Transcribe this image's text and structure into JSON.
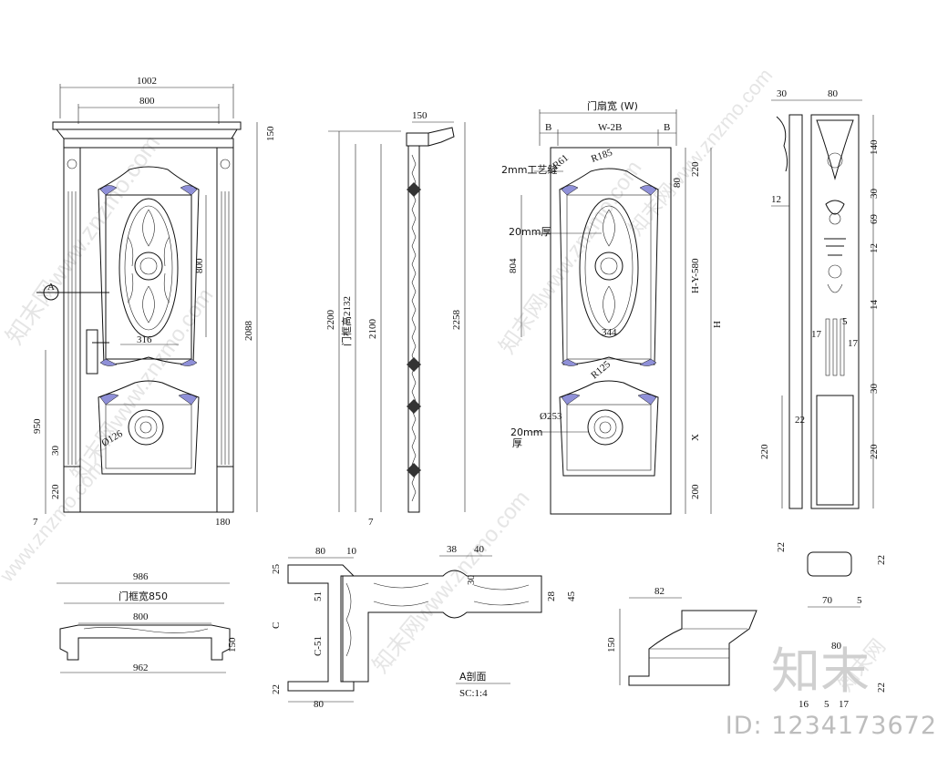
{
  "watermark": {
    "logo": "知末",
    "id_text": "ID: 1234173672"
  },
  "front_view": {
    "overall_width": "1002",
    "inner_width": "800",
    "cap_height": "150",
    "total_height": "2088",
    "handle_height": "950",
    "dim_30": "30",
    "plinth": "220",
    "bottom_7": "7",
    "right_180": "180",
    "oval_width": "316",
    "oval_height": "800",
    "medallion_dia": "Ø126",
    "section_mark": "A"
  },
  "side_view": {
    "top_width": "150",
    "h_2200": "2200",
    "frame_height_label": "门框高2132",
    "h_2100": "2100",
    "h_2258": "2258",
    "bottom_7": "7"
  },
  "leaf_view": {
    "leaf_width_label": "门扇宽 (W)",
    "w_minus_2b": "W-2B",
    "b_left": "B",
    "b_right": "B",
    "r185_top": "R185",
    "slot_label": "2mm工艺缝",
    "r61": "R61",
    "thick_label": "20mm厚",
    "d804": "804",
    "h_80": "80",
    "h_220": "220",
    "h_y580": "H-Y-580",
    "h": "H",
    "d344": "344",
    "r125": "R125",
    "x": "X",
    "d253": "Ø253",
    "thick_label2": "20mm",
    "thick_label2b": "厚",
    "h_200": "200"
  },
  "column_view": {
    "w30": "30",
    "w80": "80",
    "h140": "140",
    "d12": "12",
    "h30": "30",
    "h69": "69",
    "h12": "12",
    "h14": "14",
    "d5": "5",
    "d17a": "17",
    "d17b": "17",
    "h30b": "30",
    "d22": "22",
    "h220a": "220",
    "h220b": "220"
  },
  "plan_section": {
    "w986": "986",
    "frame_width_label": "门框宽850",
    "w800": "800",
    "w962": "962",
    "h150": "150"
  },
  "a_section": {
    "w80": "80",
    "w10": "10",
    "h25": "25",
    "h51": "51",
    "c": "C",
    "c51": "C-51",
    "h22": "22",
    "w80b": "80",
    "w38": "38",
    "w40": "40",
    "d30": "30",
    "h28": "28",
    "h45": "45",
    "title": "A剖面",
    "scale": "SC:1:4"
  },
  "moulding": {
    "w82": "82",
    "h150": "150"
  },
  "small_parts": {
    "h22a": "22",
    "h22b": "22",
    "w70": "70",
    "w5": "5",
    "w80": "80",
    "w16": "16",
    "w5b": "5",
    "w17": "17",
    "h22c": "22"
  }
}
